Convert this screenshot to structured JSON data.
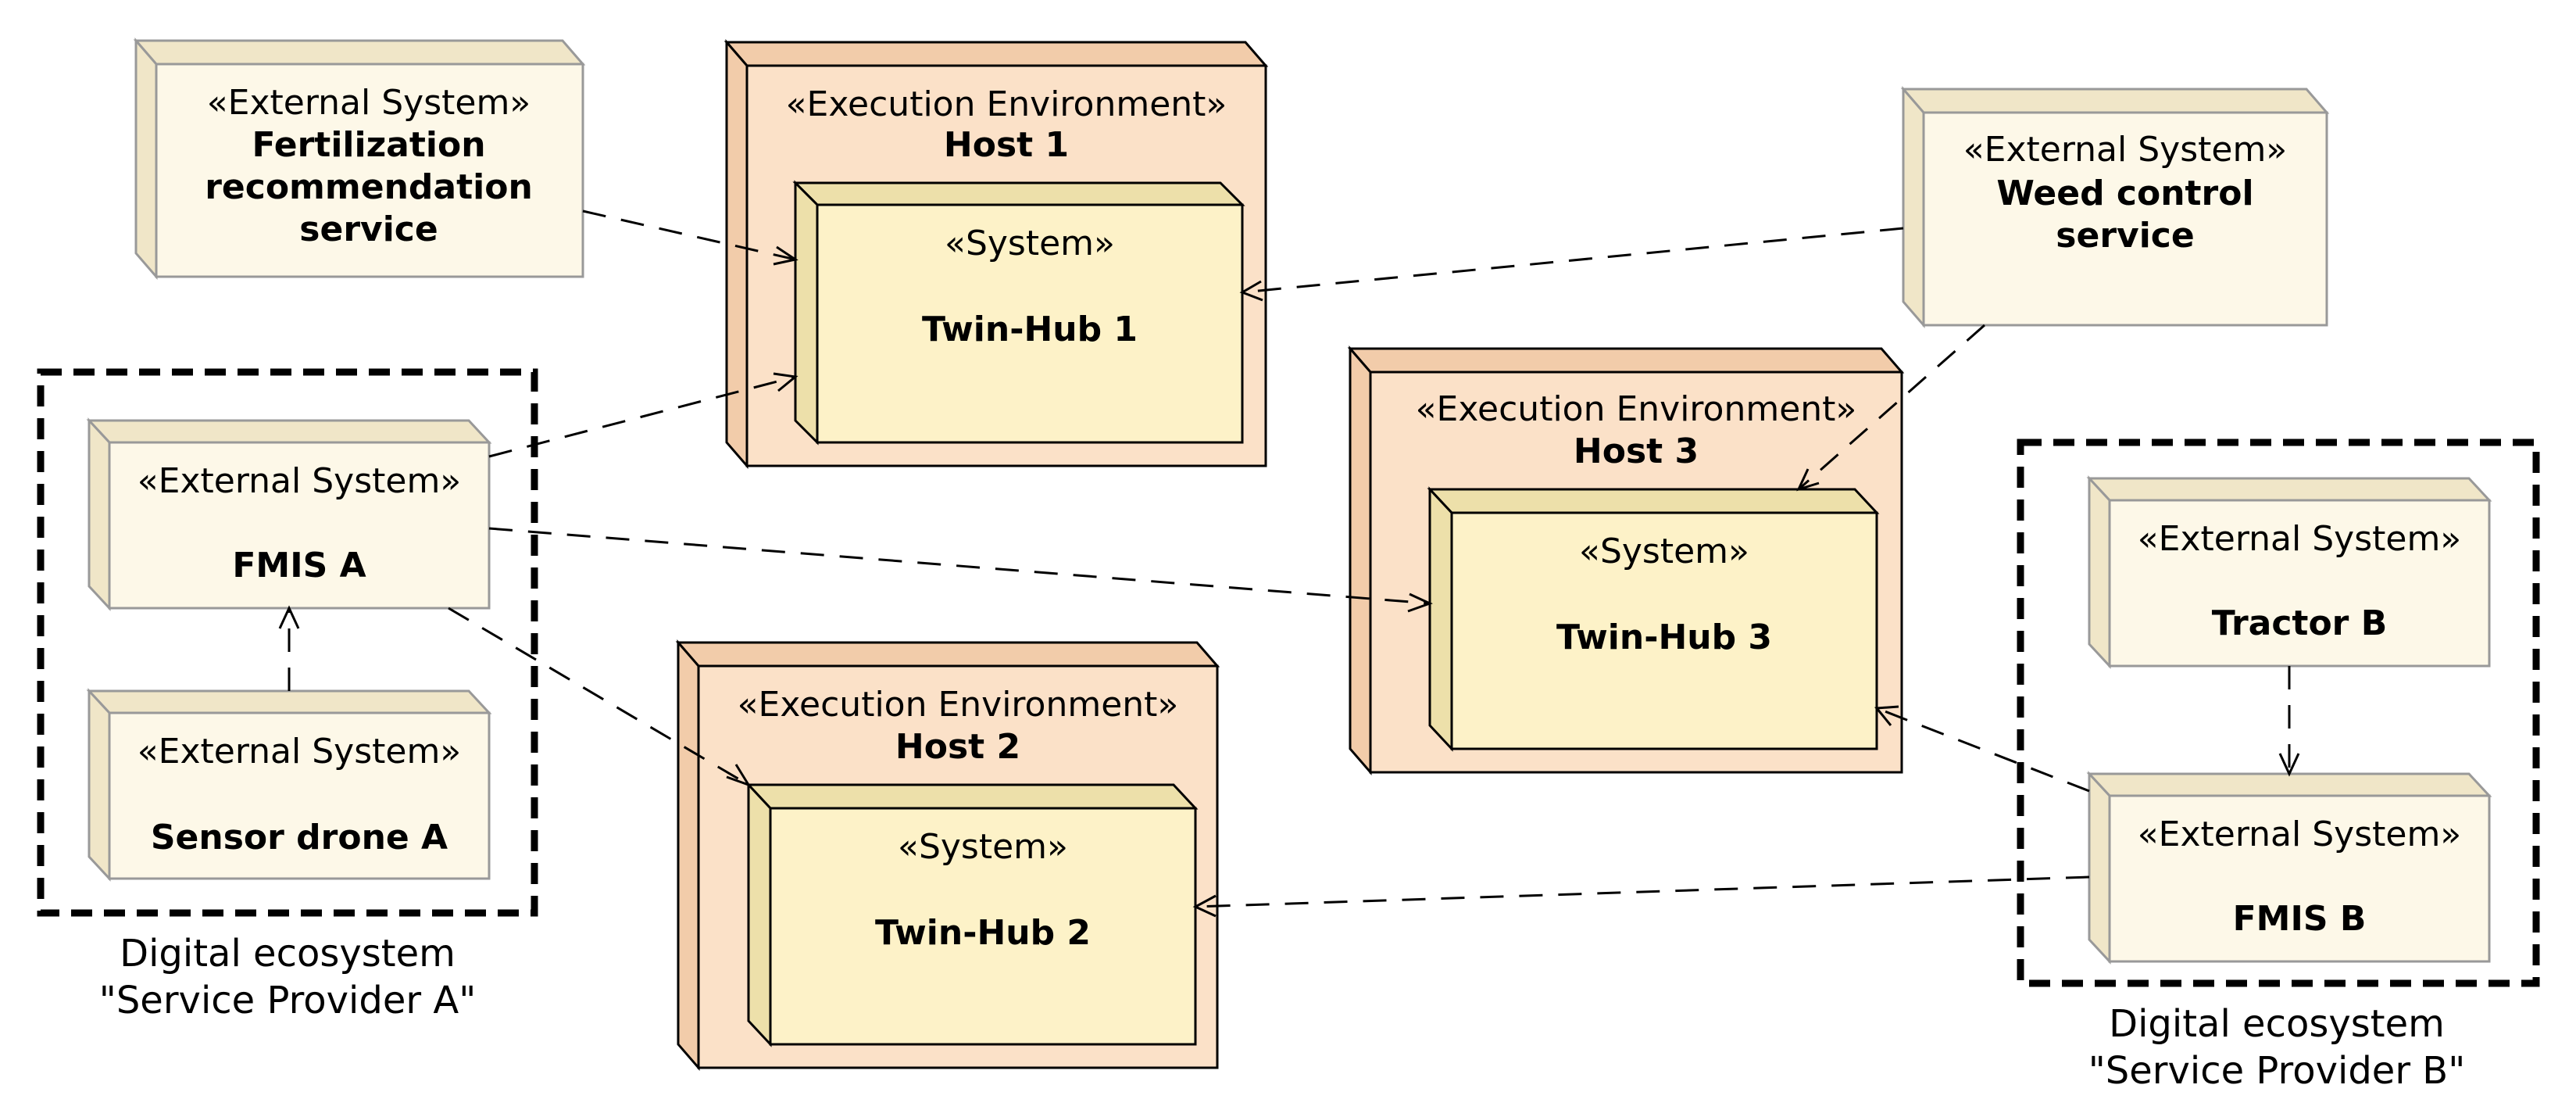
{
  "external_systems": {
    "fertilization": {
      "stereotype": "«External System»",
      "name_line1": "Fertilization",
      "name_line2": "recommendation",
      "name_line3": "service"
    },
    "weed_control": {
      "stereotype": "«External System»",
      "name_line1": "Weed control",
      "name_line2": "service"
    },
    "fmis_a": {
      "stereotype": "«External System»",
      "name": "FMIS A"
    },
    "sensor_drone_a": {
      "stereotype": "«External System»",
      "name": "Sensor drone A"
    },
    "tractor_b": {
      "stereotype": "«External System»",
      "name": "Tractor B"
    },
    "fmis_b": {
      "stereotype": "«External System»",
      "name": "FMIS B"
    }
  },
  "hosts": {
    "host1": {
      "stereotype": "«Execution Environment»",
      "name": "Host 1"
    },
    "host2": {
      "stereotype": "«Execution Environment»",
      "name": "Host 2"
    },
    "host3": {
      "stereotype": "«Execution Environment»",
      "name": "Host 3"
    }
  },
  "systems": {
    "hub1": {
      "stereotype": "«System»",
      "name": "Twin-Hub 1"
    },
    "hub2": {
      "stereotype": "«System»",
      "name": "Twin-Hub 2"
    },
    "hub3": {
      "stereotype": "«System»",
      "name": "Twin-Hub 3"
    }
  },
  "ecosystems": {
    "a": {
      "line1": "Digital ecosystem",
      "line2": "\"Service Provider A\""
    },
    "b": {
      "line1": "Digital ecosystem",
      "line2": "\"Service Provider B\""
    }
  },
  "colors": {
    "external_fill": "#fdf8e8",
    "external_side": "#f0e6c8",
    "external_stroke": "#999999",
    "host_fill": "#fbe1c8",
    "host_side": "#f2ccaa",
    "system_fill": "#fdf2c8",
    "system_side": "#ede0aa",
    "dark_stroke": "#000000"
  }
}
